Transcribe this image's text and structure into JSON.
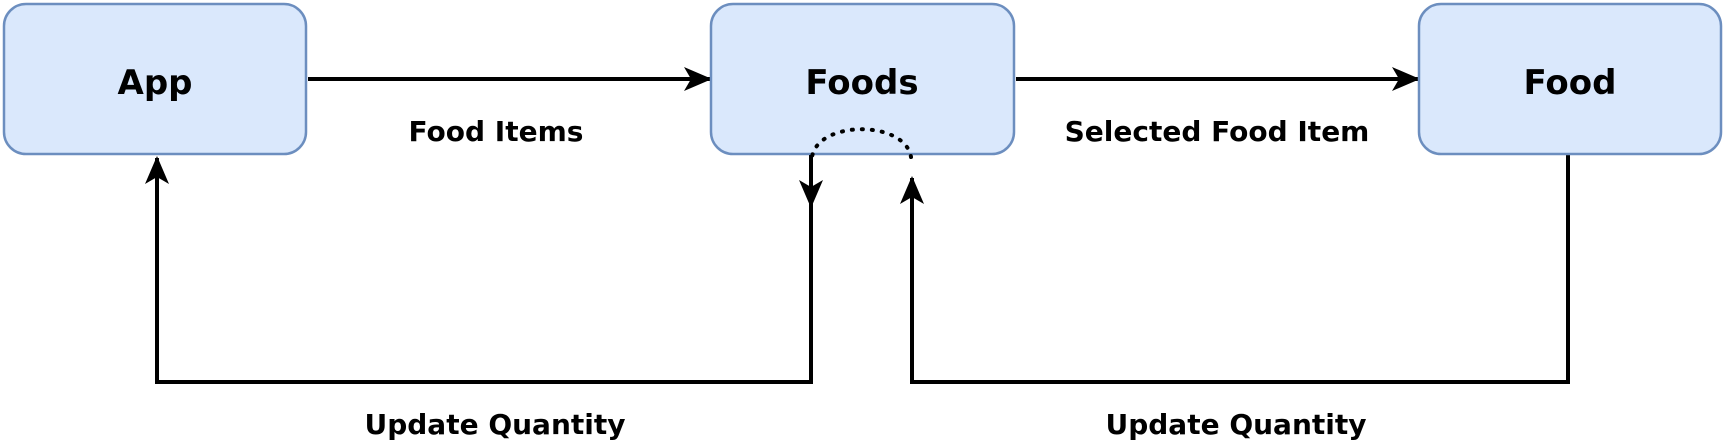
{
  "diagram": {
    "title": "",
    "colors": {
      "node_fill": "#dae8fc",
      "node_stroke": "#6c8ebf",
      "edge": "#000000",
      "background": "#ffffff"
    },
    "nodes": [
      {
        "id": "app",
        "label": "App"
      },
      {
        "id": "foods",
        "label": "Foods"
      },
      {
        "id": "food",
        "label": "Food"
      }
    ],
    "edges": [
      {
        "id": "app-to-foods",
        "from": "App",
        "to": "Foods",
        "label": "Food Items",
        "style": "solid"
      },
      {
        "id": "foods-to-food",
        "from": "Foods",
        "to": "Food",
        "label": "Selected Food Item",
        "style": "solid"
      },
      {
        "id": "foods-to-app",
        "from": "Foods",
        "to": "App",
        "label": "Update Quantity",
        "style": "solid"
      },
      {
        "id": "food-to-foods",
        "from": "Food",
        "to": "Foods",
        "label": "Update Quantity",
        "style": "solid"
      },
      {
        "id": "foods-internal-loop",
        "from": "Foods",
        "to": "Foods",
        "label": "",
        "style": "dotted"
      }
    ]
  }
}
